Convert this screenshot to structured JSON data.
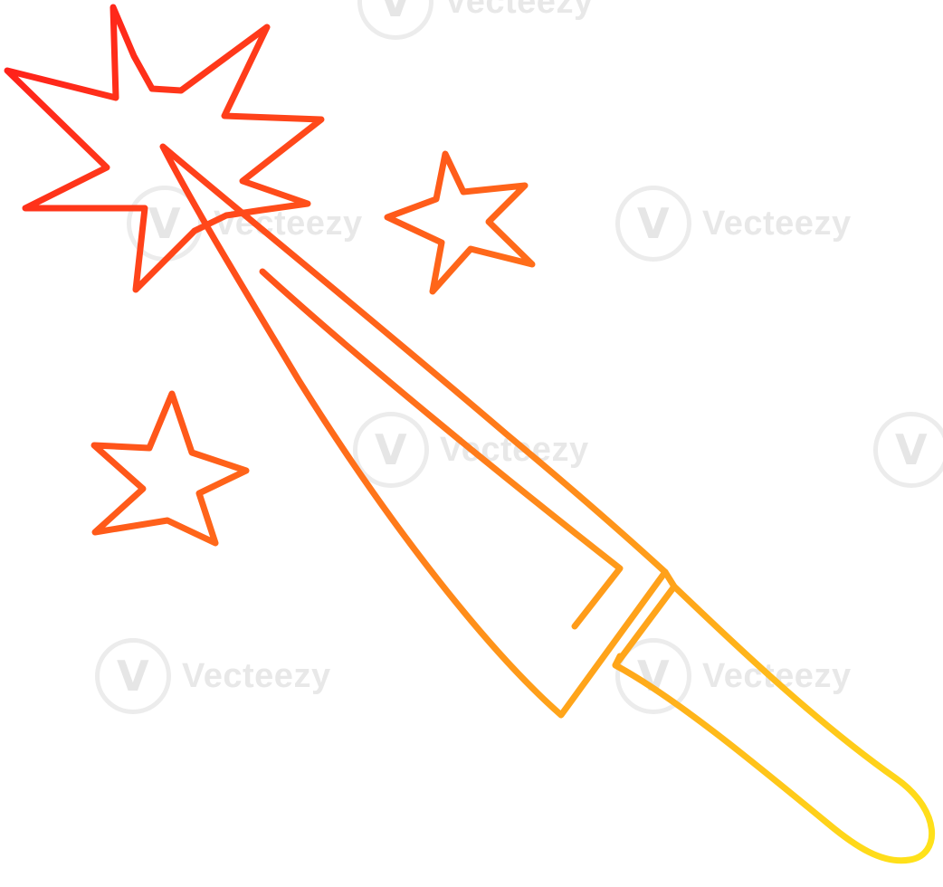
{
  "illustration": {
    "subject": "cartoon knife",
    "gradient": {
      "start_color": "#ff1a1a",
      "mid_color": "#ff7a1a",
      "end_color": "#ffe81a"
    }
  },
  "watermark": {
    "text": "Vecteezy",
    "logo_glyph": "V",
    "color": "#e8e8e8"
  }
}
